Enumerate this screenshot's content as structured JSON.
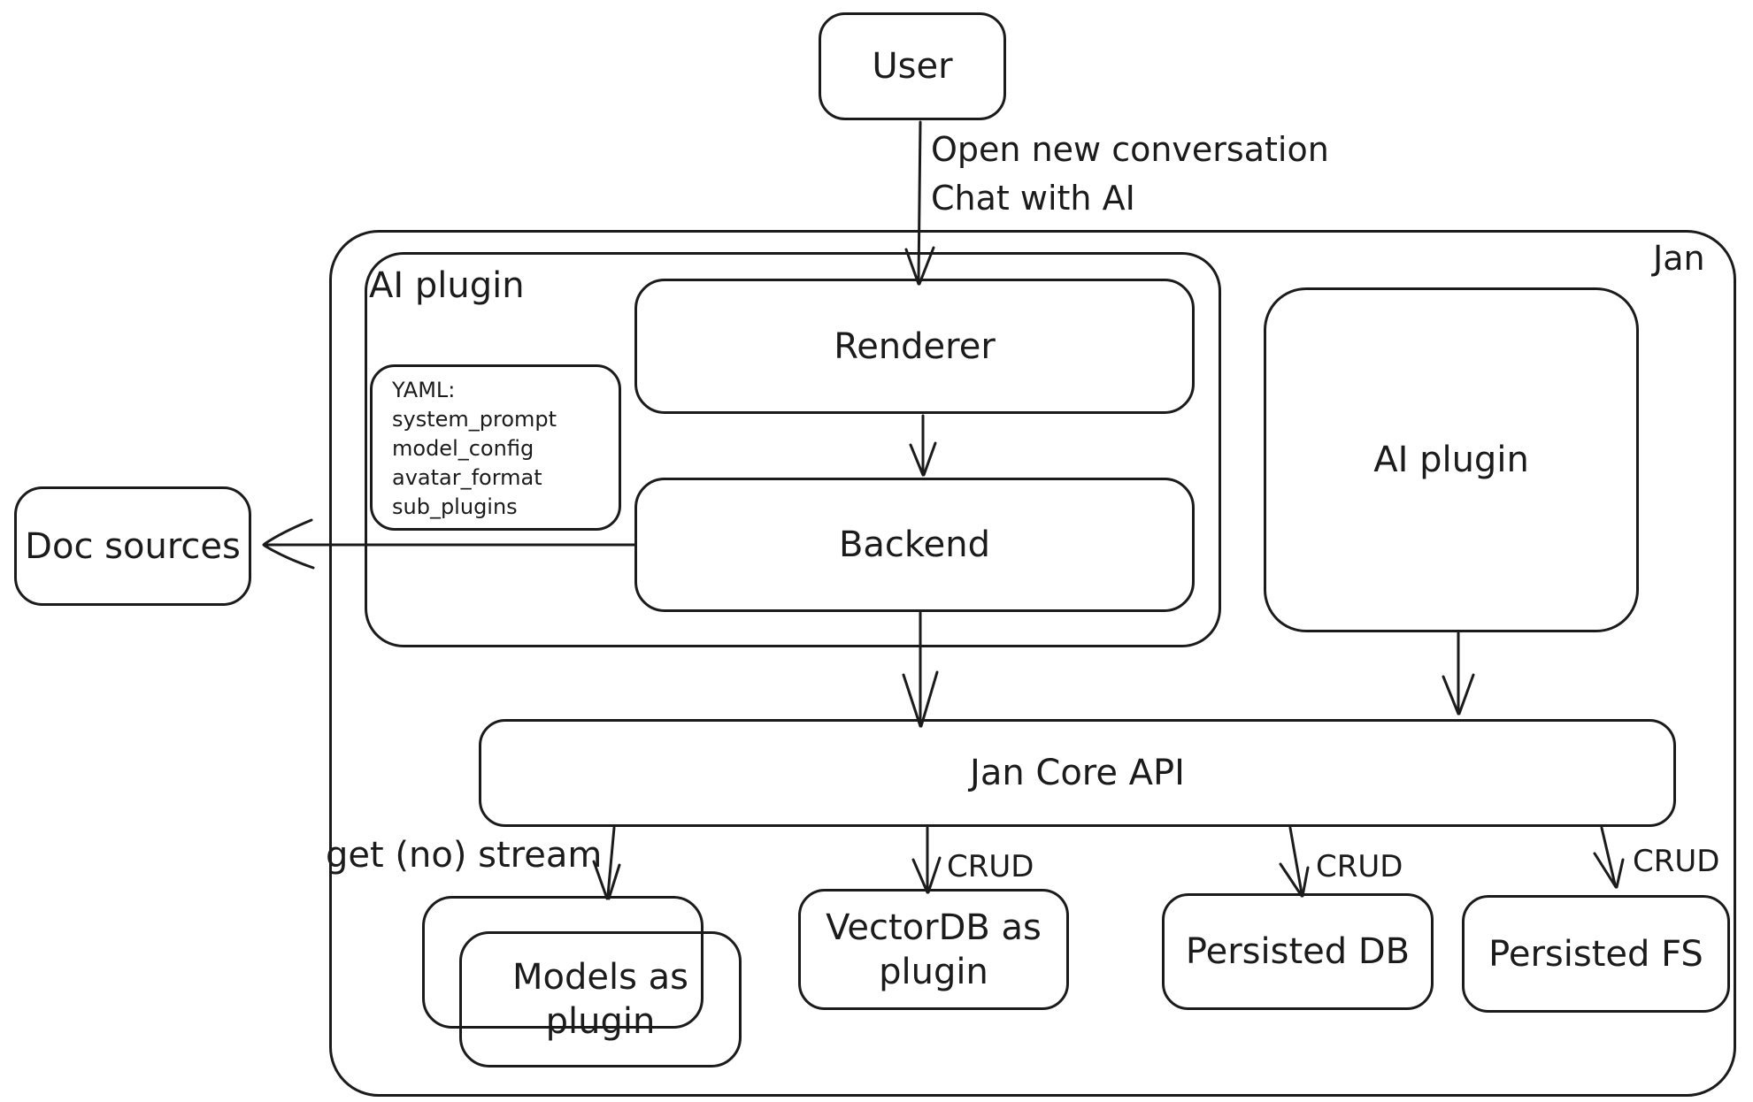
{
  "nodes": {
    "user": "User",
    "jan": "Jan",
    "ai_plugin_left": "AI plugin",
    "renderer": "Renderer",
    "backend": "Backend",
    "yaml_note": {
      "lines": [
        "YAML:",
        "system_prompt",
        "model_config",
        "avatar_format",
        "sub_plugins"
      ]
    },
    "doc_sources": "Doc sources",
    "ai_plugin_right": "AI plugin",
    "jan_core_api": "Jan Core API",
    "models_as_plugin": "Models as plugin",
    "vectordb_as_plugin": "VectorDB as plugin",
    "persisted_db": "Persisted DB",
    "persisted_fs": "Persisted FS"
  },
  "edge_labels": {
    "user_to_renderer": [
      "Open new conversation",
      "Chat with AI"
    ],
    "core_to_models": "get (no) stream",
    "core_to_vectordb": "CRUD",
    "core_to_persisted_db": "CRUD",
    "core_to_persisted_fs": "CRUD"
  },
  "colors": {
    "stroke": "#1b1b1b",
    "background": "#ffffff"
  }
}
